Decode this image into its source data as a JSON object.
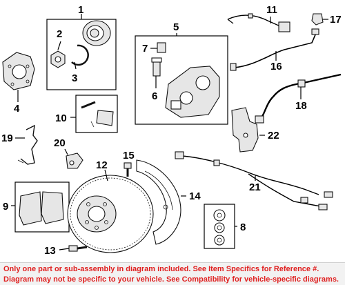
{
  "callouts": [
    "1",
    "2",
    "3",
    "4",
    "5",
    "6",
    "7",
    "8",
    "9",
    "10",
    "11",
    "12",
    "13",
    "14",
    "15",
    "16",
    "17",
    "18",
    "19",
    "20",
    "21",
    "22"
  ],
  "footer": {
    "line1": "Only one part or sub-assembly in diagram included. See Item Specifics for Reference #.",
    "line2": "Diagram may not be specific to your vehicle. See Compatibility for vehicle-specific diagrams."
  },
  "colors": {
    "footer_text": "#e02020",
    "footer_bg": "#f2f2f2",
    "line": "#000000"
  }
}
